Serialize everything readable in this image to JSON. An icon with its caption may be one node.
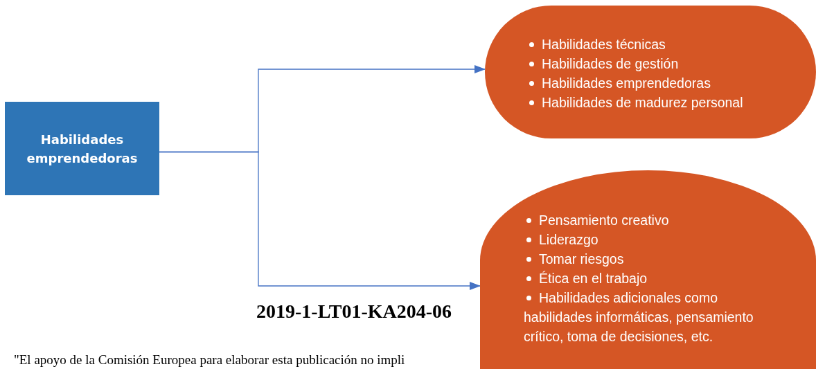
{
  "diagram": {
    "nodes": [
      {
        "text": [
          "Habilidades emprendedoras"
        ]
      },
      {
        "text": [
          "Habilidades técnicas",
          "Habilidades de gestión",
          "Habilidades emprendedoras",
          "Habilidades de madurez personal"
        ]
      },
      {
        "text": [
          "Pensamiento creativo",
          "Liderazgo",
          "Tomar riesgos",
          "Ética en el trabajo",
          "Habilidades adicionales como habilidades informáticas, pensamiento crítico, toma de decisiones, etc."
        ]
      }
    ],
    "edges": [
      {
        "from": 0,
        "to": 1,
        "arrow": "to"
      },
      {
        "from": 0,
        "to": 2,
        "arrow": "to"
      }
    ],
    "labels": [
      "2019-1-LT01-KA204-06",
      "\"El apoyo de la Comisión Europea para elaborar esta publicación no impli"
    ]
  }
}
